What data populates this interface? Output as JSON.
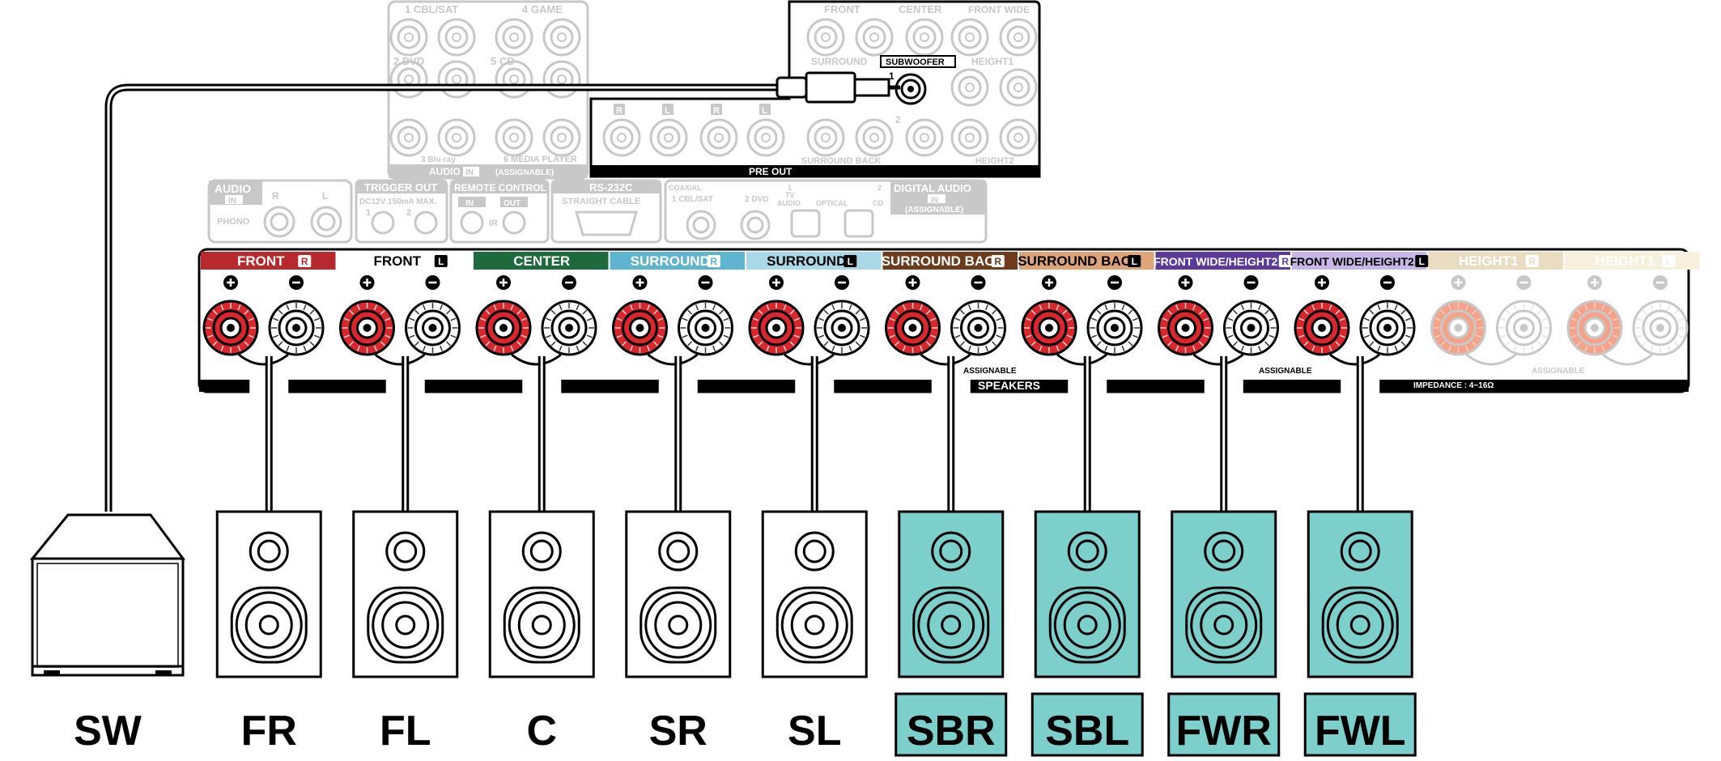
{
  "upper_inputs": {
    "labels": [
      "1 CBL/SAT",
      "4 GAME",
      "2 DVD",
      "5 CD",
      "3 Blu-ray",
      "6 MEDIA PLAYER"
    ],
    "audio_in": "AUDIO",
    "in_badge": "IN",
    "assignable": "(ASSIGNABLE)"
  },
  "preout": {
    "title": "PRE OUT",
    "front": "FRONT",
    "center": "CENTER",
    "front_wide": "FRONT WIDE",
    "surround": "SURROUND",
    "subwoofer": "SUBWOOFER",
    "subwoofer_num": "1",
    "sub2": "2",
    "height1": "HEIGHT1",
    "surround_back": "SURROUND BACK",
    "height2": "HEIGHT2",
    "r": "R",
    "l": "L"
  },
  "middle_row": {
    "audio": "AUDIO",
    "audio_in": "IN",
    "phono": "PHONO",
    "r": "R",
    "l": "L",
    "trigger_out": "TRIGGER OUT",
    "trigger_spec": "DC12V 150mA MAX.",
    "trigger_1": "1",
    "trigger_2": "2",
    "remote_control": "REMOTE CONTROL",
    "remote_in": "IN",
    "remote_out": "OUT",
    "remote_ir": "IR",
    "rs232c": "RS-232C",
    "straight_cable": "STRAIGHT CABLE",
    "coaxial": "COAXIAL",
    "coax_1": "1 CBL/SAT",
    "coax_2": "2 DVD",
    "opt_1": "1",
    "opt_tv": "TV",
    "opt_audio": "AUDIO",
    "optical": "OPTICAL",
    "opt_2": "2",
    "opt_cd": "CD",
    "digital_audio": "DIGITAL AUDIO",
    "digital_in": "IN",
    "digital_assignable": "(ASSIGNABLE)"
  },
  "speaker_panel": {
    "channels": [
      {
        "label": "FRONT",
        "side": "R",
        "color": "#b8292e",
        "text_color": "#ffffff"
      },
      {
        "label": "FRONT",
        "side": "L",
        "color": "#ffffff",
        "text_color": "#000000"
      },
      {
        "label": "CENTER",
        "side": "",
        "color": "#1d6b3c",
        "text_color": "#ffffff"
      },
      {
        "label": "SURROUND",
        "side": "R",
        "color": "#5fb4cf",
        "text_color": "#ffffff"
      },
      {
        "label": "SURROUND",
        "side": "L",
        "color": "#a9d8e6",
        "text_color": "#000000"
      },
      {
        "label": "SURROUND BACK",
        "side": "R",
        "color": "#6e3b1d",
        "text_color": "#ffffff"
      },
      {
        "label": "SURROUND BACK",
        "side": "L",
        "color": "#e0a479",
        "text_color": "#000000"
      },
      {
        "label": "FRONT WIDE/HEIGHT2",
        "side": "R",
        "color": "#5a3a9a",
        "text_color": "#ffffff"
      },
      {
        "label": "FRONT WIDE/HEIGHT2",
        "side": "L",
        "color": "#c8b6e8",
        "text_color": "#000000"
      },
      {
        "label": "HEIGHT1",
        "side": "R",
        "color": "#e9dcc0",
        "text_color": "#ffffff"
      },
      {
        "label": "HEIGHT1",
        "side": "L",
        "color": "#f6f0dc",
        "text_color": "#ffffff"
      }
    ],
    "speakers_label": "SPEAKERS",
    "assignable_1": "ASSIGNABLE",
    "assignable_2": "ASSIGNABLE",
    "assignable_3": "ASSIGNABLE",
    "impedance": "IMPEDANCE : 4~16Ω"
  },
  "speakers": [
    {
      "label": "SW",
      "highlighted": false
    },
    {
      "label": "FR",
      "highlighted": false
    },
    {
      "label": "FL",
      "highlighted": false
    },
    {
      "label": "C",
      "highlighted": false
    },
    {
      "label": "SR",
      "highlighted": false
    },
    {
      "label": "SL",
      "highlighted": false
    },
    {
      "label": "SBR",
      "highlighted": true
    },
    {
      "label": "SBL",
      "highlighted": true
    },
    {
      "label": "FWR",
      "highlighted": true
    },
    {
      "label": "FWL",
      "highlighted": true
    }
  ],
  "colors": {
    "highlight": "#7dcfcb",
    "terminal_red": "#d8272d",
    "faint_red": "#f4a38a",
    "faint_gray": "#c8c8c8",
    "line": "#000000"
  }
}
